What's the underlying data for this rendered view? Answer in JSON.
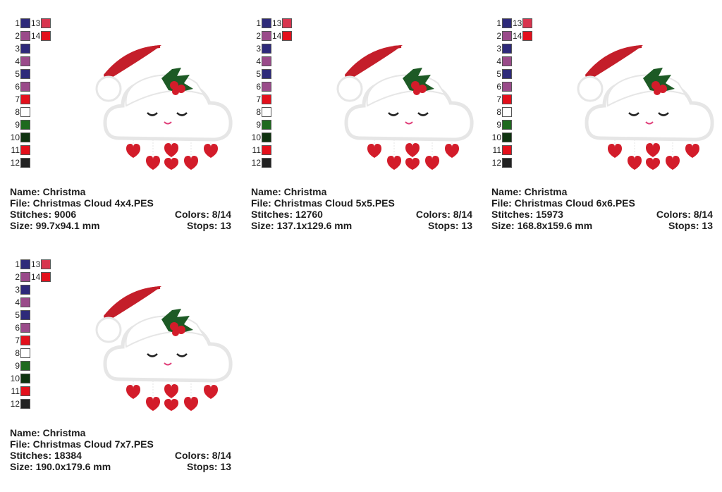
{
  "palette": {
    "left_numbers": [
      "1",
      "2",
      "3",
      "4",
      "5",
      "6",
      "7",
      "8",
      "9",
      "10",
      "11",
      "12"
    ],
    "left_colors": [
      "#2e2a7a",
      "#9a4b8a",
      "#2e2a7a",
      "#9a4b8a",
      "#2e2a7a",
      "#9a4b8a",
      "#e3101c",
      "#ffffff",
      "#1e6a1e",
      "#0f3310",
      "#e3101c",
      "#222222"
    ],
    "right_numbers": [
      "13",
      "14"
    ],
    "right_colors": [
      "#d8344e",
      "#e3101c"
    ]
  },
  "colors": {
    "cloud": "#ffffff",
    "cloud_outline": "#e6e6e6",
    "hat": "#c41e2a",
    "holly": "#1d5a25",
    "berry": "#d31c2a",
    "heart": "#d31c2a",
    "eyes": "#222222",
    "mouth": "#e0407a"
  },
  "designs": [
    {
      "name": "Name: Christma",
      "file": "File: Christmas Cloud 4x4.PES",
      "stitches": "Stitches: 9006",
      "colors": "Colors: 8/14",
      "size": "Size: 99.7x94.1 mm",
      "stops": "Stops: 13"
    },
    {
      "name": "Name: Christma",
      "file": "File: Christmas Cloud 5x5.PES",
      "stitches": "Stitches: 12760",
      "colors": "Colors: 8/14",
      "size": "Size: 137.1x129.6 mm",
      "stops": "Stops: 13"
    },
    {
      "name": "Name: Christma",
      "file": "File: Christmas Cloud 6x6.PES",
      "stitches": "Stitches: 15973",
      "colors": "Colors: 8/14",
      "size": "Size: 168.8x159.6 mm",
      "stops": "Stops: 13"
    },
    {
      "name": "Name: Christma",
      "file": "File: Christmas Cloud 7x7.PES",
      "stitches": "Stitches: 18384",
      "colors": "Colors: 8/14",
      "size": "Size: 190.0x179.6 mm",
      "stops": "Stops: 13"
    }
  ]
}
